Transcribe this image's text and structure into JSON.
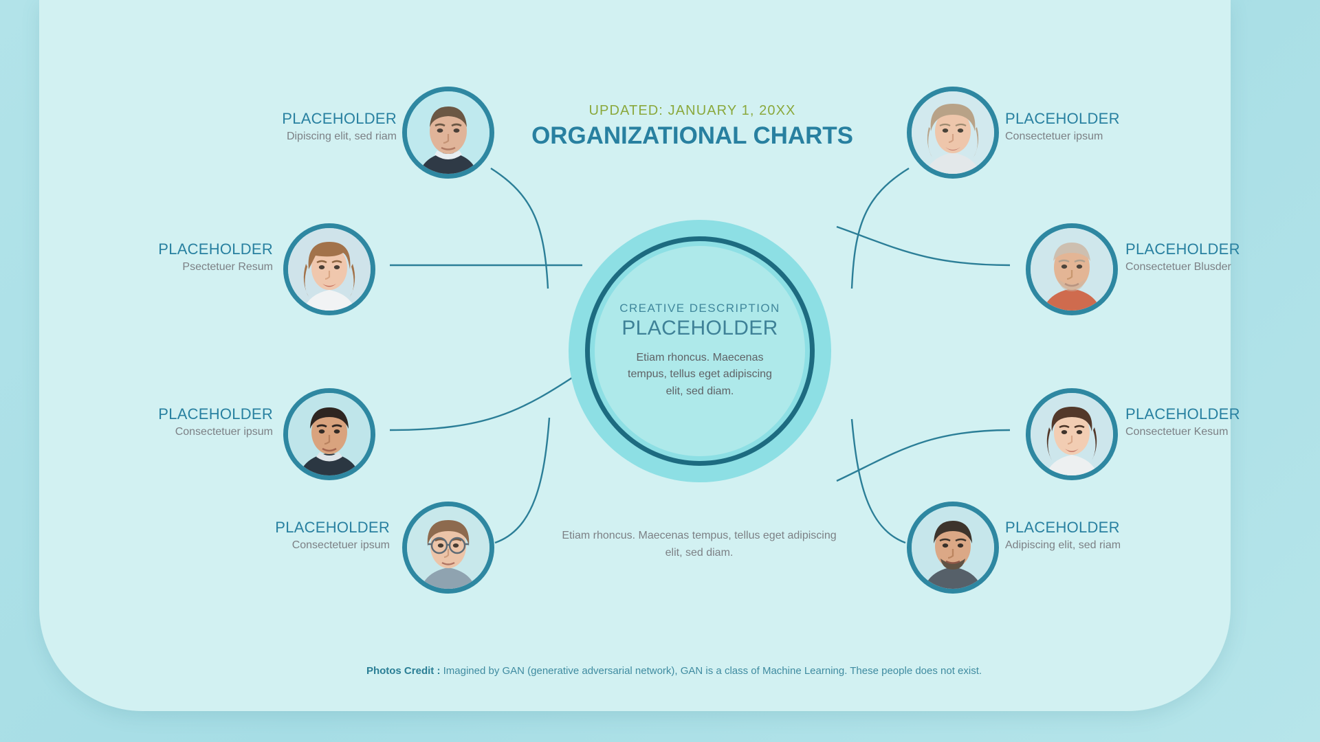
{
  "header": {
    "updated": "UPDATED: JANUARY 1, 20XX",
    "title": "ORGANIZATIONAL CHARTS"
  },
  "hub": {
    "eyebrow": "CREATIVE DESCRIPTION",
    "title": "PLACEHOLDER",
    "body": "Etiam rhoncus. Maecenas tempus, tellus eget adipiscing elit, sed diam."
  },
  "caption": "Etiam rhoncus. Maecenas tempus, tellus eget adipiscing elit, sed diam.",
  "credit": {
    "label": "Photos Credit :",
    "text": " Imagined by GAN (generative adversarial network), GAN is a class of Machine Learning. These people does not exist."
  },
  "colors": {
    "page_background": "#a9dfe6",
    "card_background": "#d2f1f2",
    "accent_teal": "#2880a0",
    "ring_dark": "#1d6b80",
    "hub_outer": "#8ddfe4",
    "hub_inner": "#aee9ea",
    "updated_olive": "#8aa83c",
    "subtitle_grey": "#7c8085",
    "connector": "#2b7e97"
  },
  "nodes": [
    {
      "id": "left-1",
      "side": "left",
      "title": "PLACEHOLDER",
      "subtitle": "Dipiscing elit, sed riam",
      "icon": "avatar-photo"
    },
    {
      "id": "left-2",
      "side": "left",
      "title": "PLACEHOLDER",
      "subtitle": "Psectetuer Resum",
      "icon": "avatar-photo"
    },
    {
      "id": "left-3",
      "side": "left",
      "title": "PLACEHOLDER",
      "subtitle": "Consectetuer ipsum",
      "icon": "avatar-photo"
    },
    {
      "id": "left-4",
      "side": "left",
      "title": "PLACEHOLDER",
      "subtitle": "Consectetuer ipsum",
      "icon": "avatar-photo"
    },
    {
      "id": "right-1",
      "side": "right",
      "title": "PLACEHOLDER",
      "subtitle": "Consectetuer ipsum",
      "icon": "avatar-photo"
    },
    {
      "id": "right-2",
      "side": "right",
      "title": "PLACEHOLDER",
      "subtitle": "Consectetuer Blusder",
      "icon": "avatar-photo"
    },
    {
      "id": "right-3",
      "side": "right",
      "title": "PLACEHOLDER",
      "subtitle": "Consectetuer Kesum",
      "icon": "avatar-photo"
    },
    {
      "id": "right-4",
      "side": "right",
      "title": "PLACEHOLDER",
      "subtitle": "Adipiscing elit, sed riam",
      "icon": "avatar-photo"
    }
  ]
}
